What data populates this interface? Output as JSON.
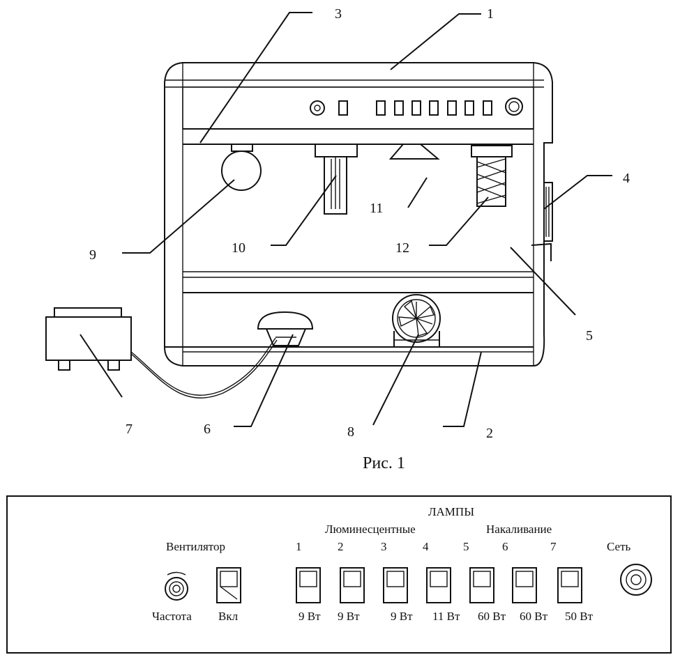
{
  "figure": {
    "caption": "Рис. 1",
    "callouts": [
      {
        "id": "1",
        "text": "1"
      },
      {
        "id": "2",
        "text": "2"
      },
      {
        "id": "3",
        "text": "3"
      },
      {
        "id": "4",
        "text": "4"
      },
      {
        "id": "5",
        "text": "5"
      },
      {
        "id": "6",
        "text": "6"
      },
      {
        "id": "7",
        "text": "7"
      },
      {
        "id": "8",
        "text": "8"
      },
      {
        "id": "9",
        "text": "9"
      },
      {
        "id": "10",
        "text": "10"
      },
      {
        "id": "11",
        "text": "11"
      },
      {
        "id": "12",
        "text": "12"
      }
    ]
  },
  "panel": {
    "lamps_title": "ЛАМПЫ",
    "fluorescent_label": "Люминесцентные",
    "incandescent_label": "Накаливание",
    "fan_label": "Вентилятор",
    "mains_label": "Сеть",
    "frequency_label": "Частота",
    "on_label": "Вкл",
    "lamps": [
      {
        "number": "1",
        "power": "9 Вт"
      },
      {
        "number": "2",
        "power": "9 Вт"
      },
      {
        "number": "3",
        "power": "9 Вт"
      },
      {
        "number": "4",
        "power": "11 Вт"
      },
      {
        "number": "5",
        "power": "60 Вт"
      },
      {
        "number": "6",
        "power": "60 Вт"
      },
      {
        "number": "7",
        "power": "50 Вт"
      }
    ]
  }
}
